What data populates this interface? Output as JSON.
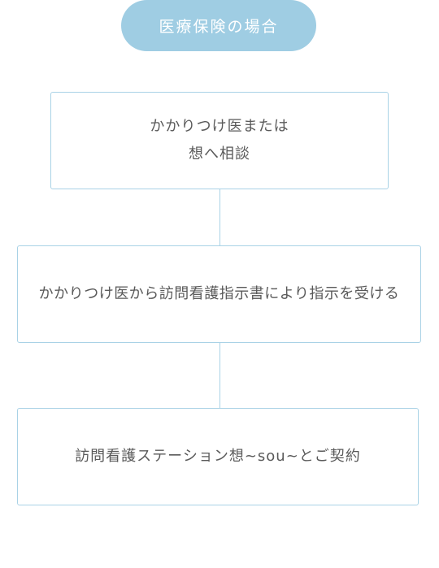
{
  "header": {
    "label": "医療保険の場合"
  },
  "steps": [
    {
      "lines": [
        "かかりつけ医または",
        "想へ相談"
      ]
    },
    {
      "lines": [
        "かかりつけ医から訪問看護指示書により指示を受ける"
      ]
    },
    {
      "lines": [
        "訪問看護ステーション想~sou~とご契約"
      ]
    }
  ]
}
